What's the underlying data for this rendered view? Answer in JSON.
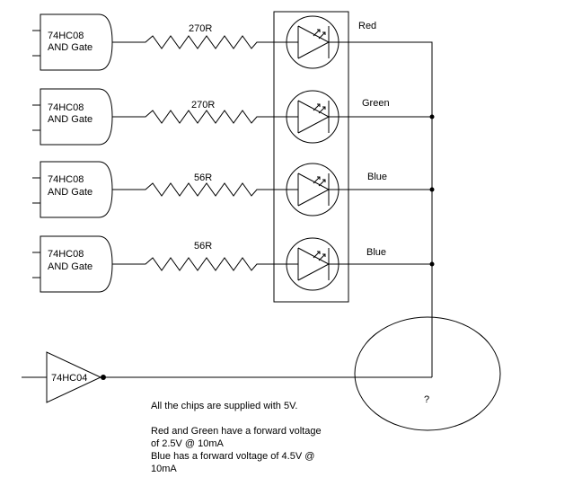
{
  "gates": [
    {
      "line1": "74HC08",
      "line2": "AND Gate"
    },
    {
      "line1": "74HC08",
      "line2": "AND Gate"
    },
    {
      "line1": "74HC08",
      "line2": "AND Gate"
    },
    {
      "line1": "74HC08",
      "line2": "AND Gate"
    }
  ],
  "resistors": [
    "270R",
    "270R",
    "56R",
    "56R"
  ],
  "leds": [
    "Red",
    "Green",
    "Blue",
    "Blue"
  ],
  "inverter": {
    "label": "74HC04"
  },
  "unknown": {
    "label": "?"
  },
  "notes": {
    "supply": "All the chips are supplied with 5V.",
    "rg_1": "Red and Green have a forward voltage",
    "rg_2": "of 2.5V @ 10mA",
    "blue_1": "Blue has a forward voltage of 4.5V @",
    "blue_2": "10mA"
  }
}
